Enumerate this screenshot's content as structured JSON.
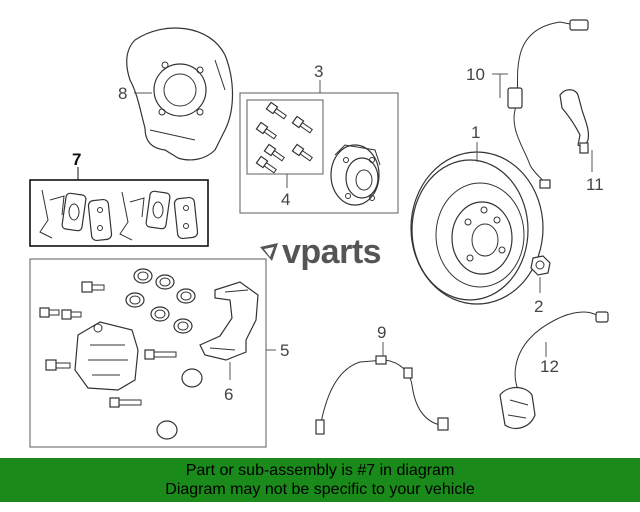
{
  "diagram": {
    "callouts": {
      "c1": "1",
      "c2": "2",
      "c3": "3",
      "c4": "4",
      "c5": "5",
      "c6": "6",
      "c7": "7",
      "c8": "8",
      "c9": "9",
      "c10": "10",
      "c11": "11",
      "c12": "12"
    },
    "highlighted_part": "7"
  },
  "watermark": {
    "text": "vparts"
  },
  "banner": {
    "line1": "Part or sub-assembly is #7 in diagram",
    "line2": "Diagram may not be specific to your vehicle",
    "background": "#1a8a1a"
  }
}
